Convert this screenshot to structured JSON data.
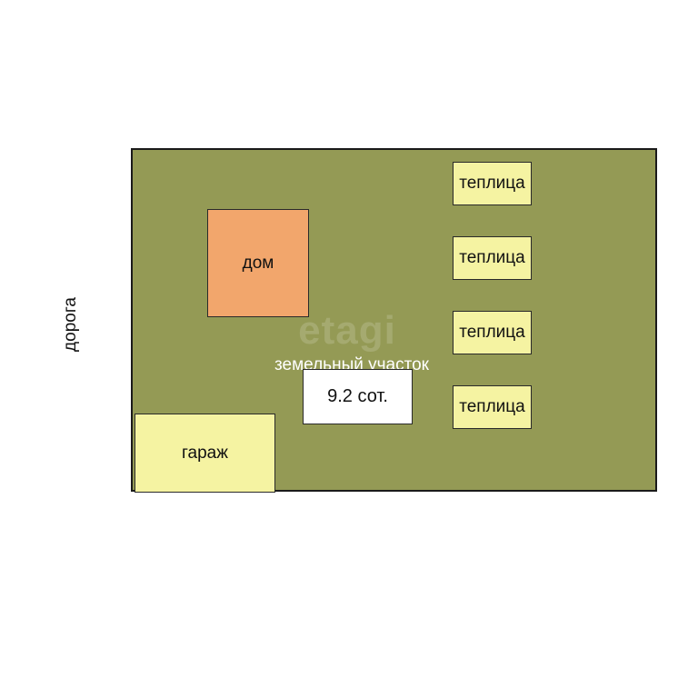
{
  "road": {
    "label": "дорога"
  },
  "plot": {
    "label": "земельный участок",
    "area_label": "9.2 сот.",
    "color": "#949a55"
  },
  "buildings": {
    "house": {
      "label": "дом",
      "color": "#f2a66c"
    },
    "garage": {
      "label": "гараж",
      "color": "#f5f3a2"
    },
    "greenhouses": [
      {
        "label": "теплица"
      },
      {
        "label": "теплица"
      },
      {
        "label": "теплица"
      },
      {
        "label": "теплица"
      }
    ]
  },
  "watermark": {
    "text": "etagi"
  }
}
